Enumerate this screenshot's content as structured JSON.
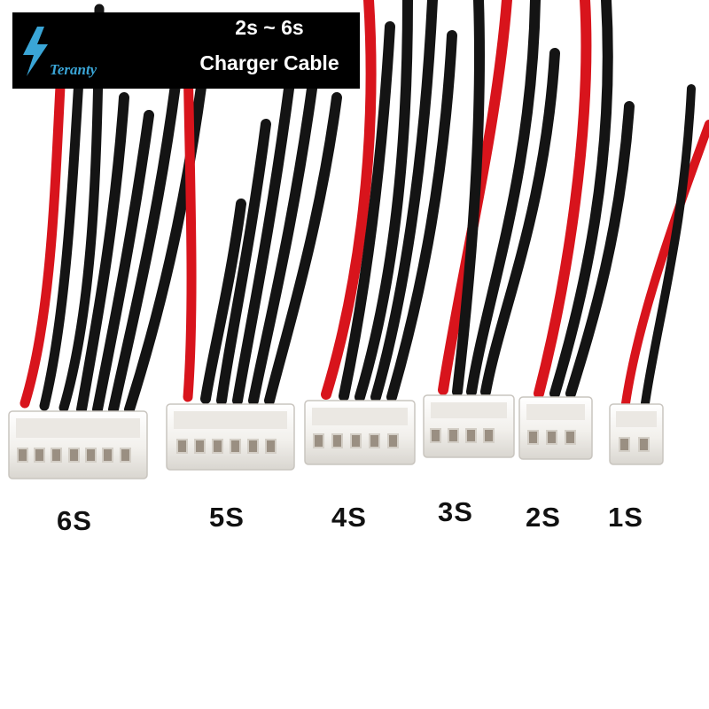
{
  "banner": {
    "brand": "Teranty",
    "line1": "2s ~ 6s",
    "line2": "Charger Cable"
  },
  "connectors": [
    {
      "label": "6S",
      "pins": 7
    },
    {
      "label": "5S",
      "pins": 6
    },
    {
      "label": "4S",
      "pins": 5
    },
    {
      "label": "3S",
      "pins": 4
    },
    {
      "label": "2S",
      "pins": 3
    },
    {
      "label": "1S",
      "pins": 2
    }
  ],
  "colors": {
    "banner_bg": "#000000",
    "brand": "#3aa5d6",
    "wire_red": "#d8141c",
    "wire_black": "#141414",
    "connector": "#f4f2ee",
    "label_text": "#111111"
  }
}
